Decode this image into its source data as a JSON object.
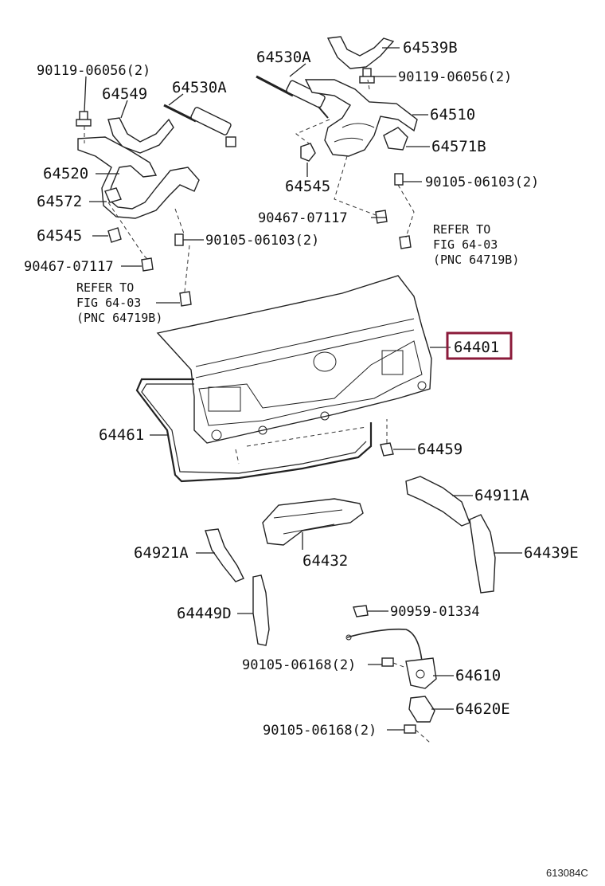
{
  "highlight_color": "#8b1a3a",
  "labels": {
    "p64530A_right": "64530A",
    "p64539B": "64539B",
    "p90119_right": "90119-06056(2)",
    "p90119_left": "90119-06056(2)",
    "p64530A_left": "64530A",
    "p64549": "64549",
    "p64510": "64510",
    "p64571B": "64571B",
    "p64520": "64520",
    "p64545_right": "64545",
    "p90105_06103_right": "90105-06103(2)",
    "p64572": "64572",
    "p90467_right": "90467-07117",
    "p64545_left": "64545",
    "p90105_06103_left": "90105-06103(2)",
    "p90467_left": "90467-07117",
    "p64401": "64401",
    "p64461": "64461",
    "p64459": "64459",
    "p64911A": "64911A",
    "p64921A": "64921A",
    "p64432": "64432",
    "p64439E": "64439E",
    "p64449D": "64449D",
    "p90959": "90959-01334",
    "p90105_06168_a": "90105-06168(2)",
    "p64610": "64610",
    "p64620E": "64620E",
    "p90105_06168_b": "90105-06168(2)"
  },
  "notes": {
    "right": [
      "REFER TO",
      "FIG 64-03",
      "(PNC 64719B)"
    ],
    "left": [
      "REFER TO",
      "FIG 64-03",
      "(PNC 64719B)"
    ]
  },
  "figure_id": "613084C"
}
